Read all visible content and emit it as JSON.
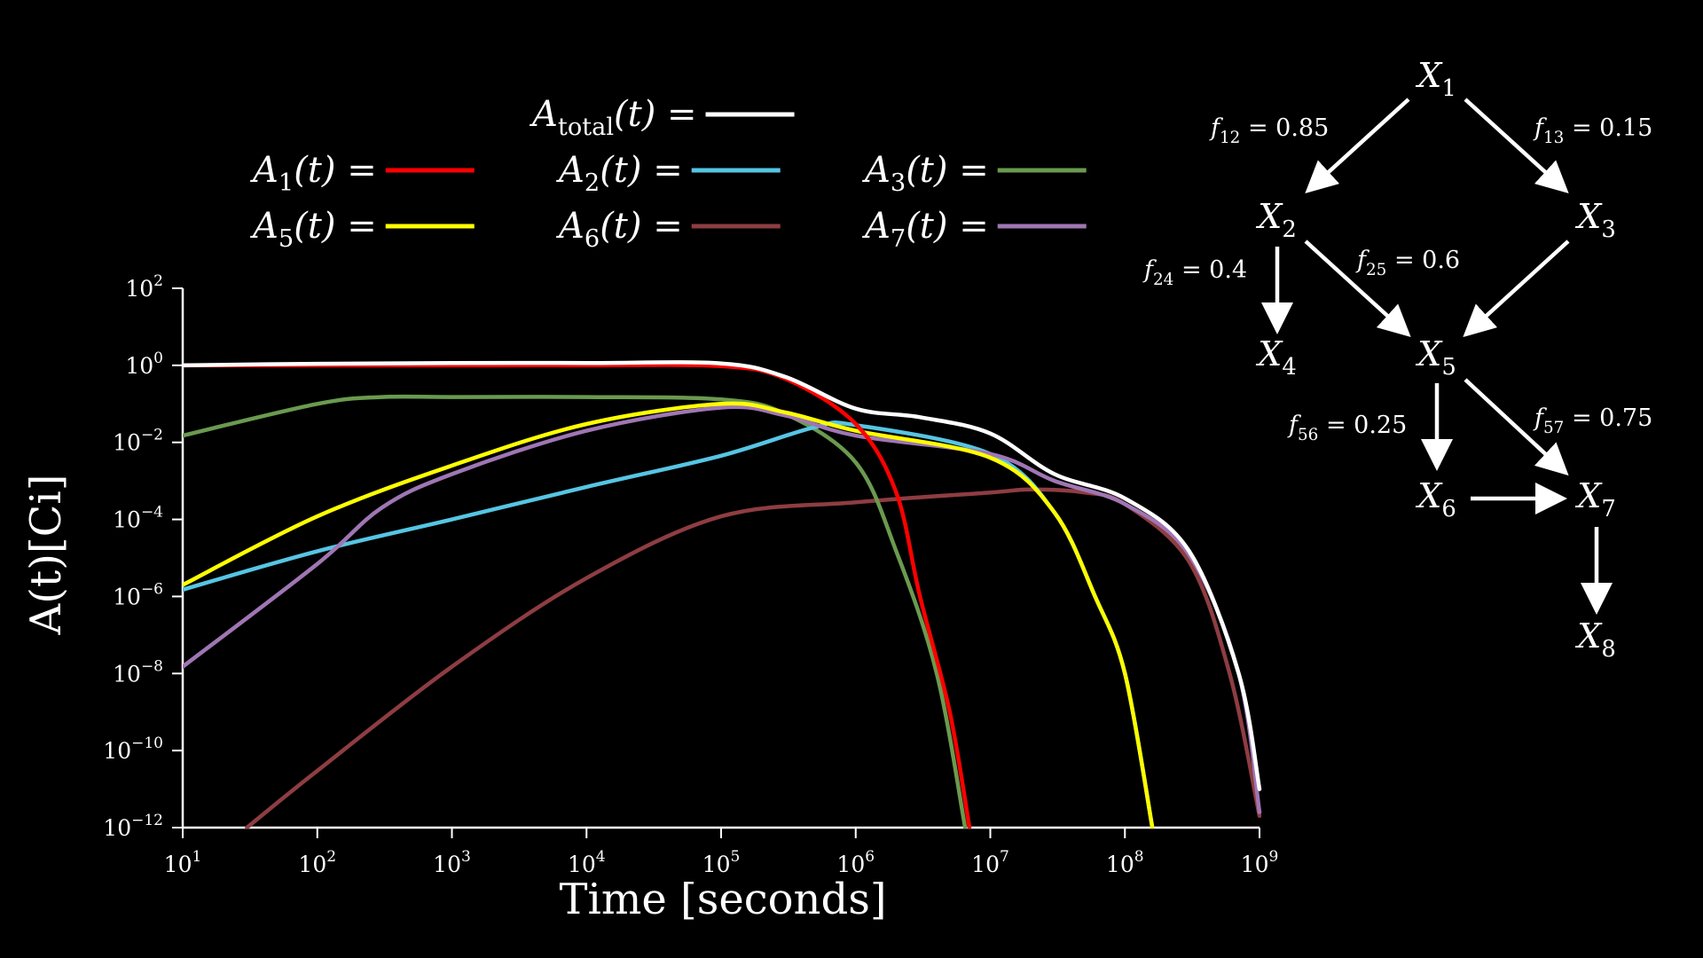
{
  "chart_data": {
    "type": "line",
    "xlabel": "Time [seconds]",
    "ylabel": "A(t)[Ci]",
    "xscale": "log",
    "yscale": "log",
    "xlim": [
      10,
      1000000000
    ],
    "ylim": [
      1e-12,
      100
    ],
    "x_ticks": [
      {
        "value": 10,
        "base": "10",
        "exp": "1"
      },
      {
        "value": 100,
        "base": "10",
        "exp": "2"
      },
      {
        "value": 1000,
        "base": "10",
        "exp": "3"
      },
      {
        "value": 10000,
        "base": "10",
        "exp": "4"
      },
      {
        "value": 100000,
        "base": "10",
        "exp": "5"
      },
      {
        "value": 1000000,
        "base": "10",
        "exp": "6"
      },
      {
        "value": 10000000,
        "base": "10",
        "exp": "7"
      },
      {
        "value": 100000000,
        "base": "10",
        "exp": "8"
      },
      {
        "value": 1000000000,
        "base": "10",
        "exp": "9"
      }
    ],
    "y_ticks": [
      {
        "value": 100,
        "base": "10",
        "exp": "2"
      },
      {
        "value": 1,
        "base": "10",
        "exp": "0"
      },
      {
        "value": 0.01,
        "base": "10",
        "exp": "−2"
      },
      {
        "value": 0.0001,
        "base": "10",
        "exp": "−4"
      },
      {
        "value": 1e-06,
        "base": "10",
        "exp": "−6"
      },
      {
        "value": 1e-08,
        "base": "10",
        "exp": "−8"
      },
      {
        "value": 1e-10,
        "base": "10",
        "exp": "−10"
      },
      {
        "value": 1e-12,
        "base": "10",
        "exp": "−12"
      }
    ],
    "grid": false,
    "legend_position": "top",
    "series": [
      {
        "name": "A_total(t)",
        "legend_main": "A",
        "legend_sub": "total",
        "legend_rest": "(t) =",
        "color": "#ffffff",
        "x": [
          10,
          100,
          1000,
          10000,
          100000,
          300000,
          1000000,
          3000000,
          10000000,
          30000000,
          100000000,
          300000000,
          700000000,
          1000000000
        ],
        "y": [
          1,
          1.1,
          1.15,
          1.15,
          1.12,
          0.5,
          0.075,
          0.045,
          0.017,
          0.0015,
          0.00035,
          1.5e-05,
          1e-08,
          1e-11
        ]
      },
      {
        "name": "A_1(t)",
        "legend_main": "A",
        "legend_sub": "1",
        "legend_rest": "(t) =",
        "color": "#ff0000",
        "x": [
          10,
          100,
          1000,
          10000,
          100000,
          300000,
          1000000,
          2000000,
          3000000,
          5000000,
          7000000
        ],
        "y": [
          1,
          1,
          1,
          1,
          0.95,
          0.45,
          0.03,
          0.0005,
          1e-06,
          1e-09,
          1e-12
        ]
      },
      {
        "name": "A_2(t)",
        "legend_main": "A",
        "legend_sub": "2",
        "legend_rest": "(t) =",
        "color": "#56c5e3",
        "x": [
          10,
          100,
          1000,
          10000,
          100000,
          500000,
          1000000,
          10000000,
          30000000,
          60000000,
          100000000,
          160000000
        ],
        "y": [
          1.5e-06,
          1.5e-05,
          0.0001,
          0.0007,
          0.0045,
          0.025,
          0.028,
          0.005,
          0.00015,
          1e-06,
          1e-08,
          1e-12
        ]
      },
      {
        "name": "A_3(t)",
        "legend_main": "A",
        "legend_sub": "3",
        "legend_rest": "(t) =",
        "color": "#6a9a4f",
        "x": [
          10,
          100,
          300,
          1000,
          10000,
          100000,
          300000,
          1000000,
          2000000,
          4000000,
          6500000
        ],
        "y": [
          0.015,
          0.1,
          0.15,
          0.15,
          0.15,
          0.13,
          0.055,
          0.003,
          1.5e-05,
          1e-08,
          1e-12
        ]
      },
      {
        "name": "A_5(t)",
        "legend_main": "A",
        "legend_sub": "5",
        "legend_rest": "(t) =",
        "color": "#ffff00",
        "x": [
          10,
          100,
          1000,
          10000,
          100000,
          300000,
          1000000,
          10000000,
          30000000,
          60000000,
          100000000,
          160000000
        ],
        "y": [
          2e-06,
          0.00012,
          0.0025,
          0.03,
          0.1,
          0.06,
          0.02,
          0.004,
          0.00015,
          1e-06,
          1e-08,
          1e-12
        ]
      },
      {
        "name": "A_6(t)",
        "legend_main": "A",
        "legend_sub": "6",
        "legend_rest": "(t) =",
        "color": "#8e3d42",
        "x": [
          30,
          100,
          1000,
          10000,
          100000,
          1000000,
          10000000,
          20000000,
          50000000,
          100000000,
          300000000,
          600000000,
          1000000000
        ],
        "y": [
          1e-12,
          3e-11,
          1.5e-08,
          3e-06,
          0.00012,
          0.00028,
          0.0005,
          0.0006,
          0.0005,
          0.00025,
          8e-06,
          1e-08,
          2e-12
        ]
      },
      {
        "name": "A_7(t)",
        "legend_main": "A",
        "legend_sub": "7",
        "legend_rest": "(t) =",
        "color": "#9f76b4",
        "x": [
          10,
          100,
          300,
          1000,
          10000,
          100000,
          300000,
          1000000,
          10000000,
          30000000,
          100000000,
          300000000,
          700000000,
          1000000000
        ],
        "y": [
          1.5e-08,
          7e-06,
          0.0002,
          0.0015,
          0.02,
          0.08,
          0.05,
          0.015,
          0.005,
          0.001,
          0.00025,
          1.2e-05,
          1e-08,
          2.5e-12
        ]
      }
    ]
  },
  "diagram": {
    "nodes": [
      {
        "id": "X1",
        "main": "X",
        "sub": "1"
      },
      {
        "id": "X2",
        "main": "X",
        "sub": "2"
      },
      {
        "id": "X3",
        "main": "X",
        "sub": "3"
      },
      {
        "id": "X4",
        "main": "X",
        "sub": "4"
      },
      {
        "id": "X5",
        "main": "X",
        "sub": "5"
      },
      {
        "id": "X6",
        "main": "X",
        "sub": "6"
      },
      {
        "id": "X7",
        "main": "X",
        "sub": "7"
      },
      {
        "id": "X8",
        "main": "X",
        "sub": "8"
      }
    ],
    "edges": [
      {
        "from": "X1",
        "to": "X2",
        "label_main": "f",
        "label_sub": "12",
        "label_rest": " = 0.85"
      },
      {
        "from": "X1",
        "to": "X3",
        "label_main": "f",
        "label_sub": "13",
        "label_rest": " = 0.15"
      },
      {
        "from": "X2",
        "to": "X4",
        "label_main": "f",
        "label_sub": "24",
        "label_rest": " = 0.4"
      },
      {
        "from": "X2",
        "to": "X5",
        "label_main": "f",
        "label_sub": "25",
        "label_rest": " = 0.6"
      },
      {
        "from": "X3",
        "to": "X5",
        "label_main": "",
        "label_sub": "",
        "label_rest": ""
      },
      {
        "from": "X5",
        "to": "X6",
        "label_main": "f",
        "label_sub": "56",
        "label_rest": " = 0.25"
      },
      {
        "from": "X5",
        "to": "X7",
        "label_main": "f",
        "label_sub": "57",
        "label_rest": " = 0.75"
      },
      {
        "from": "X6",
        "to": "X7",
        "label_main": "",
        "label_sub": "",
        "label_rest": ""
      },
      {
        "from": "X7",
        "to": "X8",
        "label_main": "",
        "label_sub": "",
        "label_rest": ""
      }
    ]
  }
}
